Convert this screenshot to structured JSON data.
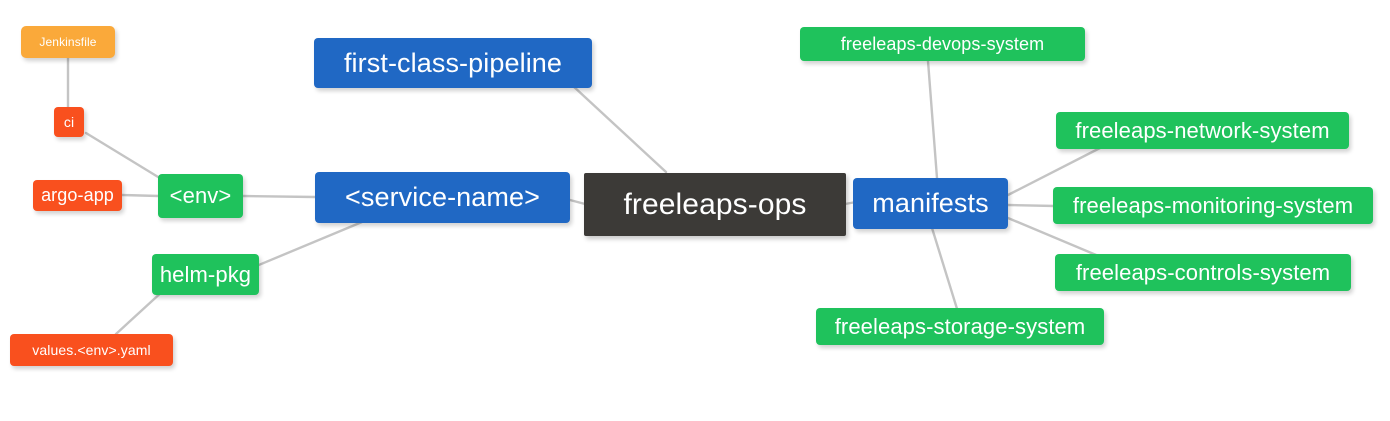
{
  "diagram": {
    "type": "mindmap",
    "title": "freeleaps-ops",
    "background": "#ffffff",
    "edge_color": "#c4c4c4",
    "palette": {
      "root": "#3c3a37",
      "blue": "#2068c4",
      "green": "#1fc25c",
      "orange": "#faa93a",
      "red": "#f9501e",
      "text": "#ffffff"
    },
    "nodes": [
      {
        "id": "root",
        "label": "freeleaps-ops",
        "color": "root",
        "level": 0
      },
      {
        "id": "svcname",
        "label": "<service-name>",
        "color": "blue",
        "level": 1
      },
      {
        "id": "manifests",
        "label": "manifests",
        "color": "blue",
        "level": 1
      },
      {
        "id": "pipeline",
        "label": "first-class-pipeline",
        "color": "blue",
        "level": 1
      },
      {
        "id": "env",
        "label": "<env>",
        "color": "green",
        "level": 2
      },
      {
        "id": "helmpkg",
        "label": "helm-pkg",
        "color": "green",
        "level": 2
      },
      {
        "id": "ci",
        "label": "ci",
        "color": "red",
        "level": 4
      },
      {
        "id": "argoapp",
        "label": "argo-app",
        "color": "red",
        "level": 3
      },
      {
        "id": "jenkins",
        "label": "Jenkinsfile",
        "color": "orange",
        "level": 5
      },
      {
        "id": "valuesyaml",
        "label": "values.<env>.yaml",
        "color": "red",
        "level": 4
      },
      {
        "id": "devops",
        "label": "freeleaps-devops-system",
        "color": "green",
        "level": 3
      },
      {
        "id": "network",
        "label": "freeleaps-network-system",
        "color": "green",
        "level": 2
      },
      {
        "id": "monitoring",
        "label": "freeleaps-monitoring-system",
        "color": "green",
        "level": 2
      },
      {
        "id": "controls",
        "label": "freeleaps-controls-system",
        "color": "green",
        "level": 2
      },
      {
        "id": "storage",
        "label": "freeleaps-storage-system",
        "color": "green",
        "level": 2
      }
    ],
    "edges": [
      {
        "from": "root",
        "to": "svcname"
      },
      {
        "from": "root",
        "to": "manifests"
      },
      {
        "from": "root",
        "to": "pipeline"
      },
      {
        "from": "svcname",
        "to": "env"
      },
      {
        "from": "svcname",
        "to": "helmpkg"
      },
      {
        "from": "env",
        "to": "ci"
      },
      {
        "from": "env",
        "to": "argoapp"
      },
      {
        "from": "ci",
        "to": "jenkins"
      },
      {
        "from": "helmpkg",
        "to": "valuesyaml"
      },
      {
        "from": "manifests",
        "to": "devops"
      },
      {
        "from": "manifests",
        "to": "network"
      },
      {
        "from": "manifests",
        "to": "monitoring"
      },
      {
        "from": "manifests",
        "to": "controls"
      },
      {
        "from": "manifests",
        "to": "storage"
      }
    ]
  }
}
